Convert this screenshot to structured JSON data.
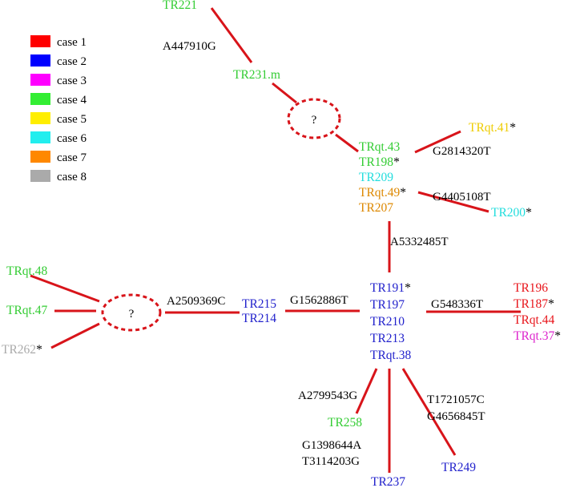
{
  "legend": {
    "items": [
      {
        "label": "case 1",
        "color": "#ff0000"
      },
      {
        "label": "case 2",
        "color": "#0000ff"
      },
      {
        "label": "case 3",
        "color": "#ff00ff"
      },
      {
        "label": "case 4",
        "color": "#33ee33"
      },
      {
        "label": "case 5",
        "color": "#ffee00"
      },
      {
        "label": "case 6",
        "color": "#22eeee"
      },
      {
        "label": "case 7",
        "color": "#ff8800"
      },
      {
        "label": "case 8",
        "color": "#aaaaaa"
      }
    ]
  },
  "colors": {
    "edge": "#d8141a",
    "case1_text": "#e8141a",
    "case2_text": "#2222cc",
    "case3_text": "#dd22cc",
    "case4_text": "#33cc33",
    "case5_text": "#eecc00",
    "case6_text": "#22dddd",
    "case7_text": "#dd8800",
    "case8_text": "#aaaaaa",
    "mutation_text": "#000000"
  },
  "unknown_nodes": [
    "?",
    "?"
  ],
  "nodes": {
    "tr221": "TR221",
    "tr231m": "TR231.m",
    "hub_top": [
      {
        "id": "TRqt.43",
        "star": false,
        "case": "case 4"
      },
      {
        "id": "TR198",
        "star": true,
        "case": "case 4"
      },
      {
        "id": "TR209",
        "star": false,
        "case": "case 6"
      },
      {
        "id": "TRqt.49",
        "star": true,
        "case": "case 7"
      },
      {
        "id": "TR207",
        "star": false,
        "case": "case 7"
      }
    ],
    "trqt41": {
      "id": "TRqt.41",
      "star": true
    },
    "tr200": {
      "id": "TR200",
      "star": true
    },
    "hub_center": [
      {
        "id": "TR191",
        "star": true
      },
      {
        "id": "TR197",
        "star": false
      },
      {
        "id": "TR210",
        "star": false
      },
      {
        "id": "TR213",
        "star": false
      },
      {
        "id": "TRqt.38",
        "star": false
      }
    ],
    "right_group": [
      {
        "id": "TR196",
        "star": false,
        "case": "case 1"
      },
      {
        "id": "TR187",
        "star": true,
        "case": "case 1"
      },
      {
        "id": "TRqt.44",
        "star": false,
        "case": "case 1"
      },
      {
        "id": "TRqt.37",
        "star": true,
        "case": "case 3"
      }
    ],
    "left_hub": [
      "TR215",
      "TR214"
    ],
    "trqt48": "TRqt.48",
    "trqt47": "TRqt.47",
    "tr262": {
      "id": "TR262",
      "star": true
    },
    "tr258": "TR258",
    "tr237": "TR237",
    "tr249": "TR249"
  },
  "mutations": {
    "m_a447910g": "A447910G",
    "m_g2814320t": "G2814320T",
    "m_g4405108t": "G4405108T",
    "m_a5332485t": "A5332485T",
    "m_a2509369c": "A2509369C",
    "m_g1562886t": "G1562886T",
    "m_g548336t": "G548336T",
    "m_a2799543g": "A2799543G",
    "m_g1398644a": "G1398644A",
    "m_t3114203g": "T3114203G",
    "m_t1721057c": "T1721057C",
    "m_g4656845t": "G4656845T"
  },
  "star_mark": "*"
}
